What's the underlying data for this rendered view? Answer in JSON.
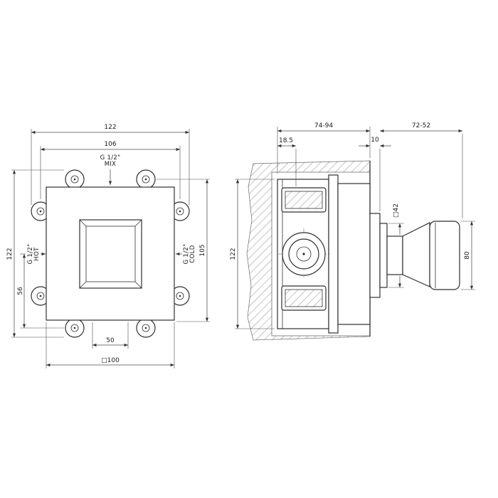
{
  "drawing": {
    "front": {
      "dim_top_overall": "122",
      "dim_top_inner": "106",
      "mix_label_1": "G 1/2\"",
      "mix_label_2": "MIX",
      "dim_left_overall": "122",
      "dim_left_offset": "56",
      "hot_label_1": "G 1/2\"",
      "hot_label_2": "HOT",
      "cold_label_1": "G 1/2\"",
      "cold_label_2": "COLD",
      "dim_right_height": "105",
      "dim_bottom_span": "50",
      "dim_box_square": "□100"
    },
    "side": {
      "dim_depth_range": "74-94",
      "dim_recess_depth": "18.5",
      "dim_plate_thickness": "10",
      "dim_projection_range": "72-52",
      "dim_body_height": "122",
      "dim_escutcheon_square": "□42",
      "dim_handle_height": "80"
    }
  }
}
